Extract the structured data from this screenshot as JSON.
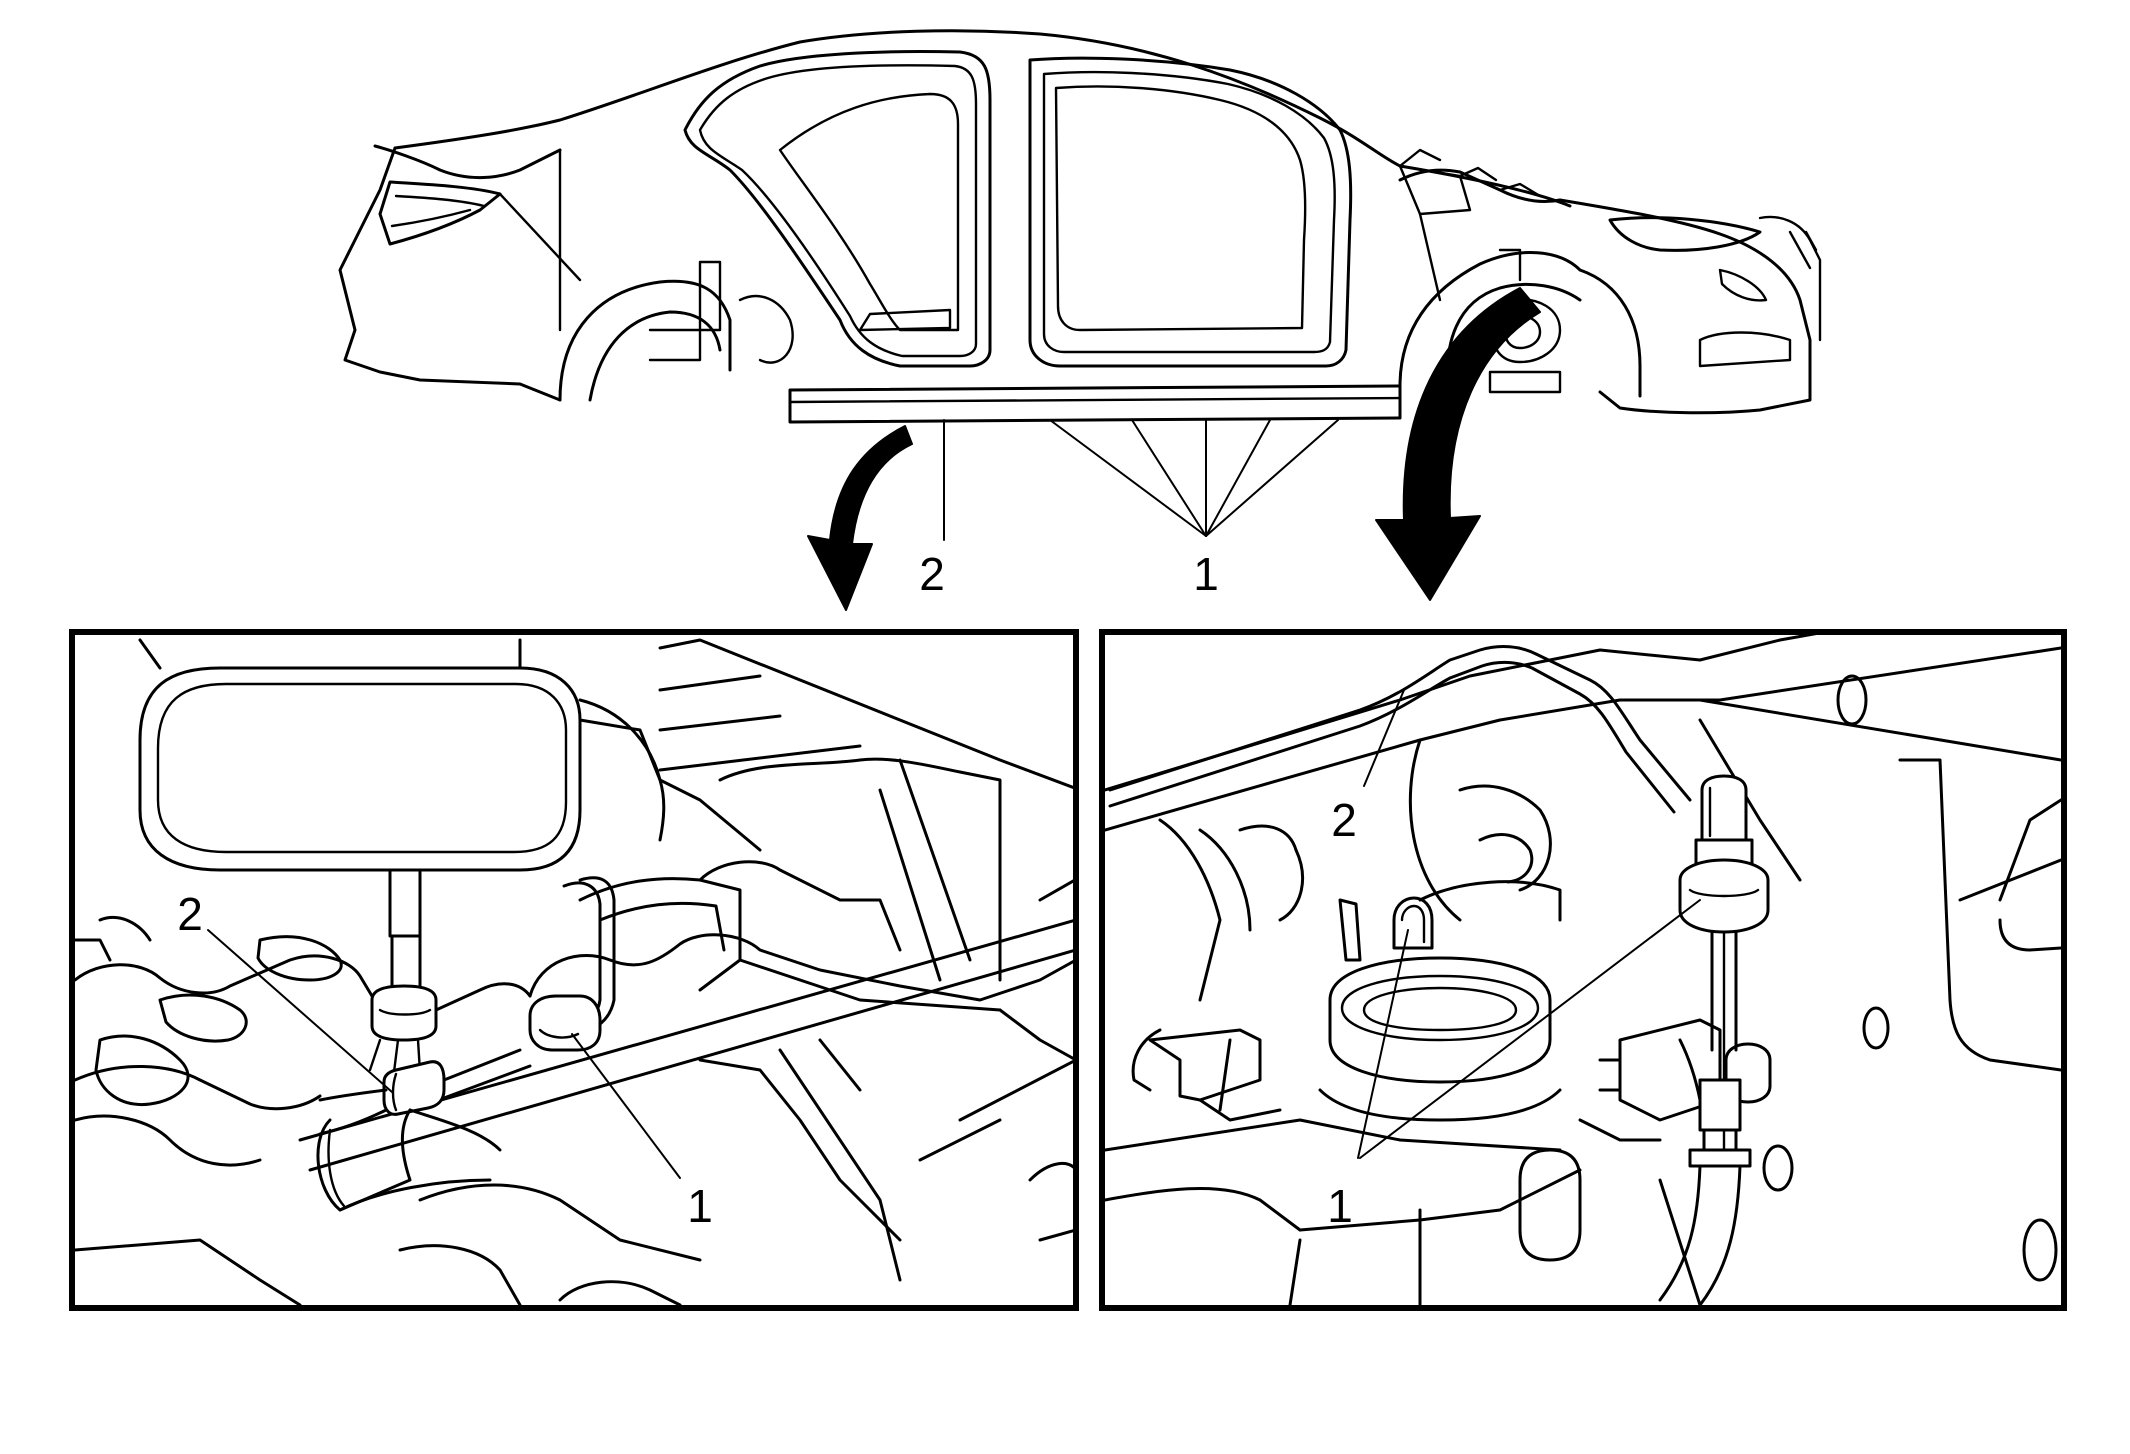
{
  "diagram": {
    "main_callouts": {
      "label_1": "1",
      "label_2": "2"
    },
    "left_detail": {
      "label_1": "1",
      "label_2": "2"
    },
    "right_detail": {
      "label_1": "1",
      "label_2": "2"
    }
  }
}
